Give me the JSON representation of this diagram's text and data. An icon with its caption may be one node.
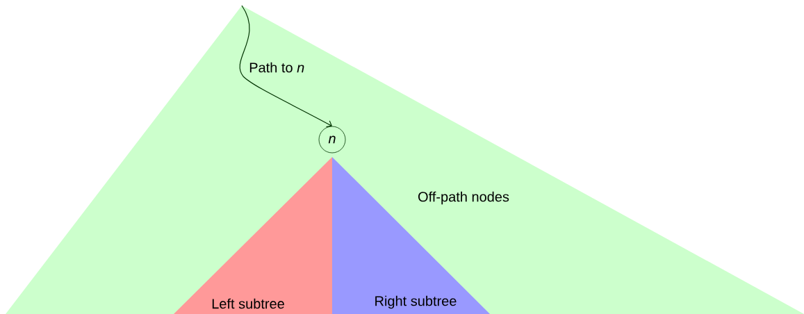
{
  "diagram": {
    "nodes": [
      {
        "text": [
          "Off-path nodes"
        ]
      },
      {
        "text": [
          "Left subtree"
        ],
        "in": 0
      },
      {
        "text": [
          "Right subtree"
        ],
        "in": 0
      },
      {
        "text": [
          "n"
        ],
        "in": 0
      }
    ],
    "edges": [
      {
        "from": null,
        "to": 3,
        "arrow": "to",
        "label": "Path to *n*"
      }
    ]
  }
}
